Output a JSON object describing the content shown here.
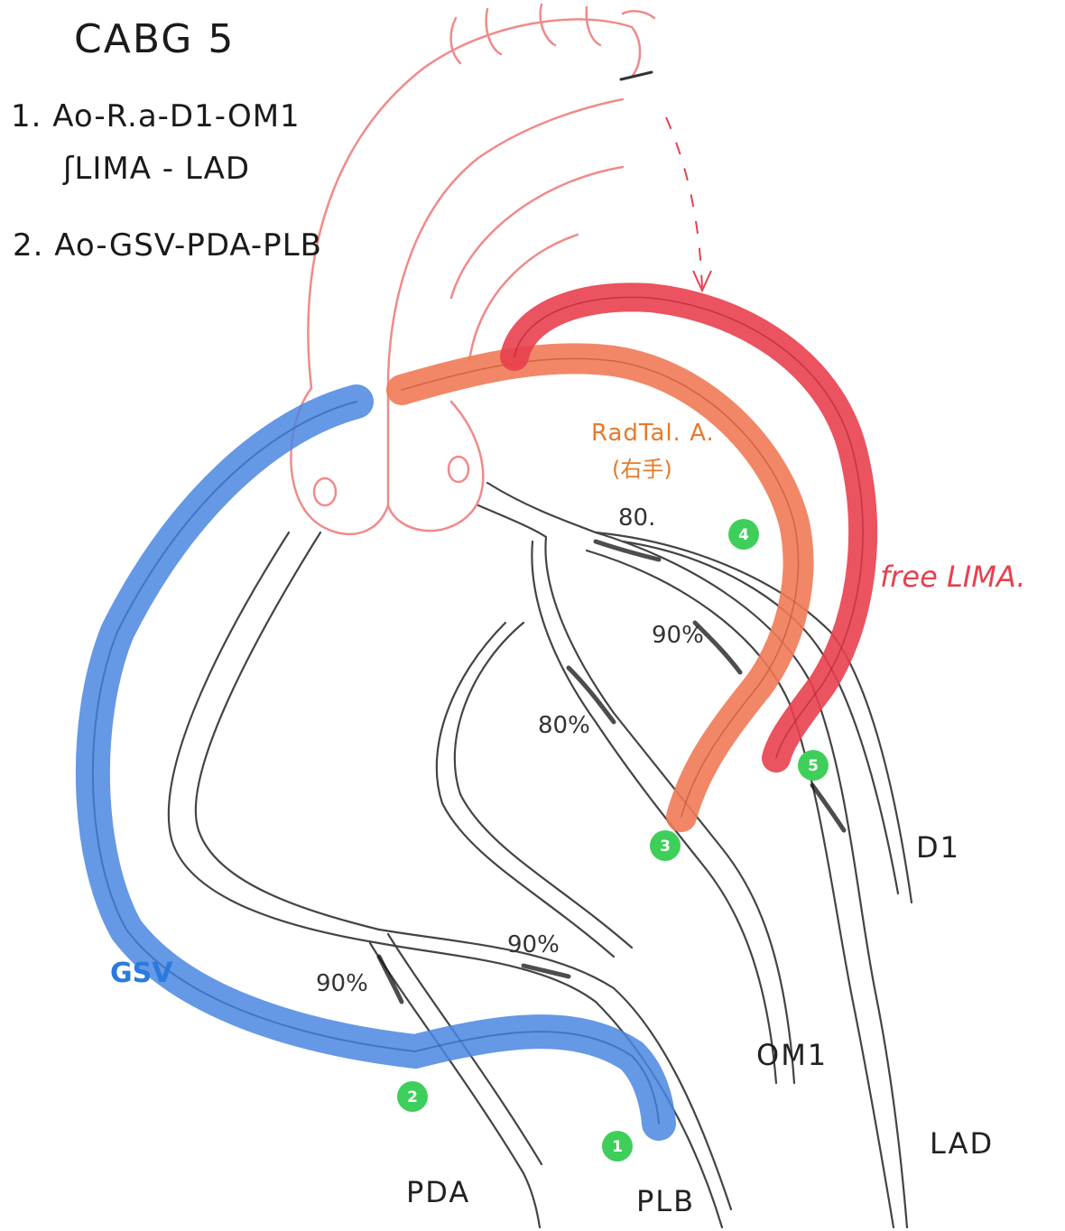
{
  "title": "CABG 5",
  "plan": [
    "1. Ao-R.a-D1-OM1",
    "ʃLIMA - LAD",
    "2. Ao-GSV-PDA-PLB"
  ],
  "grafts": {
    "radial_label": "RadTal. A.",
    "radial_sub": "(右手)",
    "lima_label": "free LIMA.",
    "gsv_label": "GSV"
  },
  "stenoses": [
    "80.",
    "90%",
    "80%",
    "90%",
    "90%"
  ],
  "vessels": [
    "D1",
    "OM1",
    "LAD",
    "PDA",
    "PLB"
  ],
  "markers": [
    "1",
    "2",
    "3",
    "4",
    "5"
  ],
  "colors": {
    "heart_outline": "#f08a8a",
    "radial_graft": "#ef7a55",
    "lima_graft": "#e8404e",
    "gsv_graft": "#4a86e0",
    "marker": "#3ecf5a",
    "coronary": "#444444"
  }
}
